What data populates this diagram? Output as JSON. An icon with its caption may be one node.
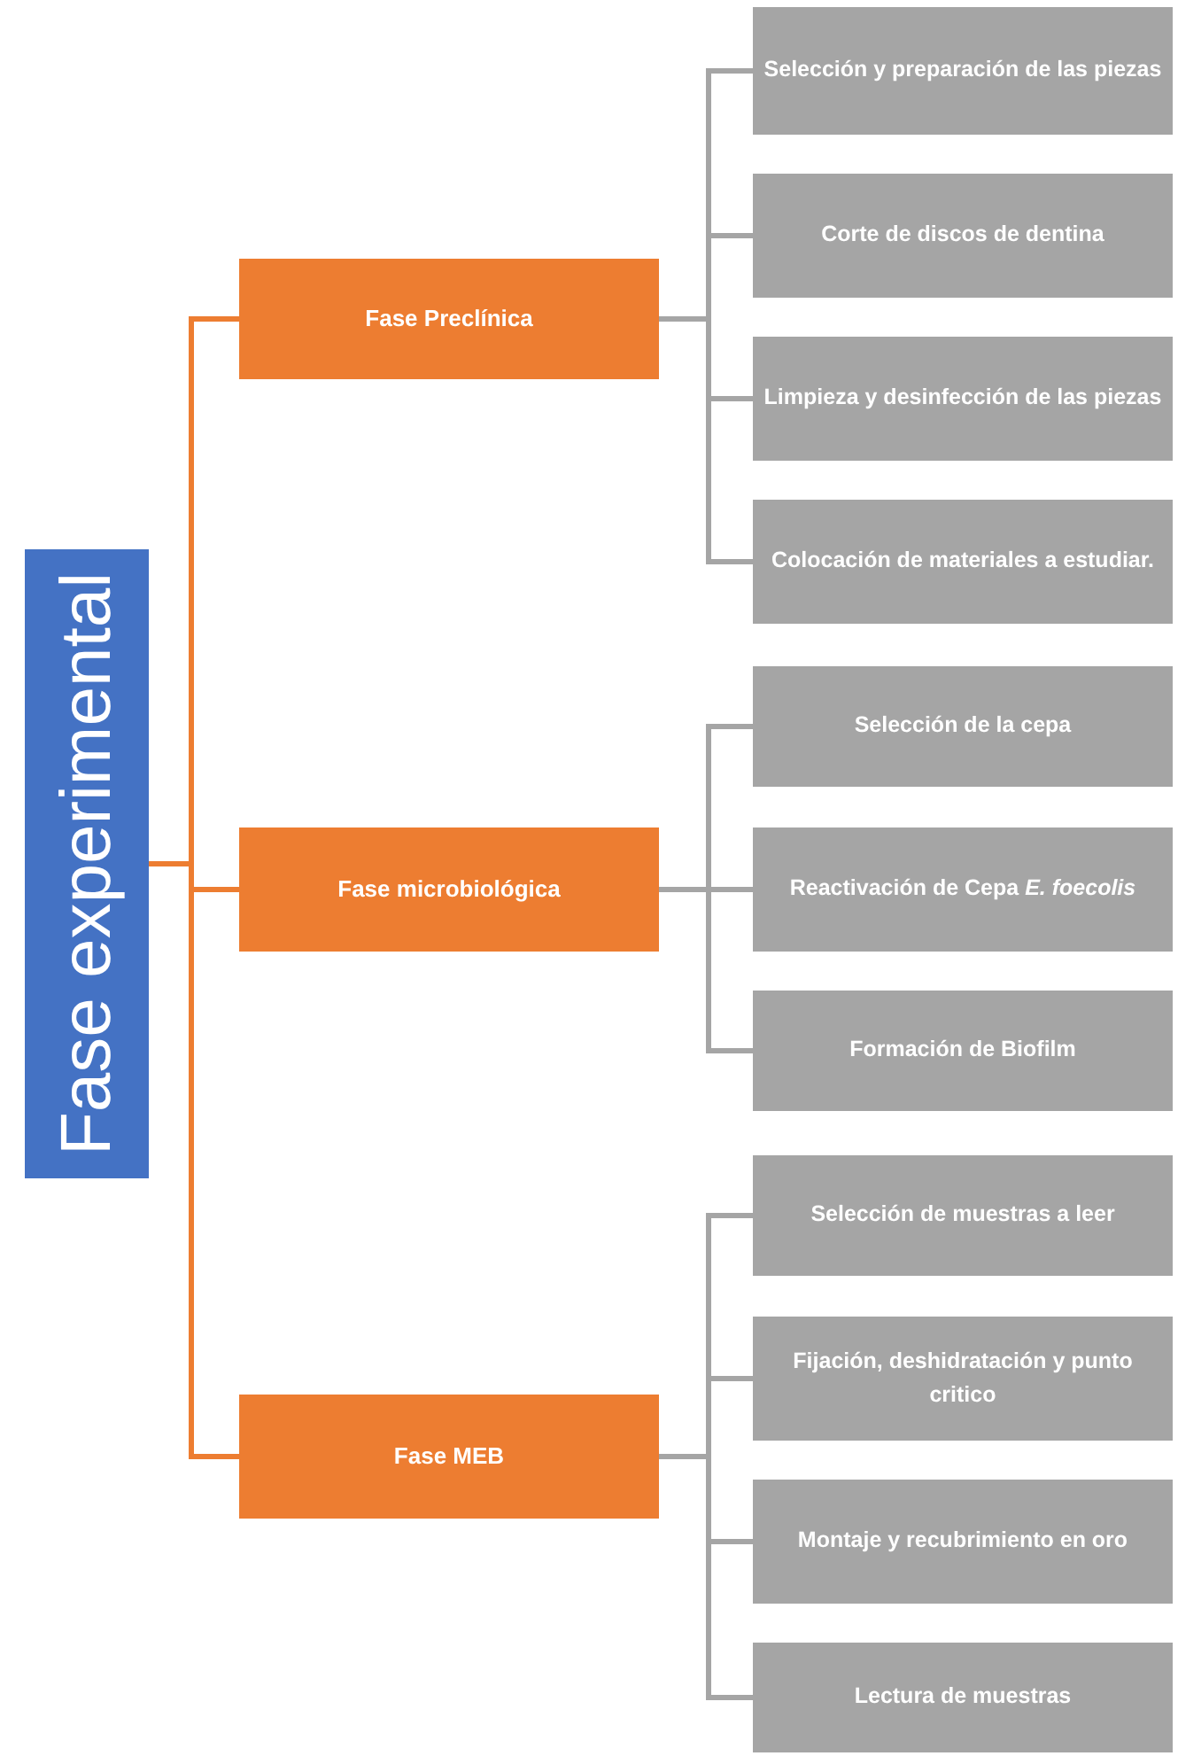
{
  "diagram": {
    "nodes": [
      {
        "text": [
          "Fase experimental"
        ]
      },
      {
        "text": [
          "Fase Preclínica"
        ]
      },
      {
        "text": [
          "Fase microbiológica"
        ]
      },
      {
        "text": [
          "Fase MEB"
        ]
      },
      {
        "text": [
          "Selección y preparación de las piezas"
        ]
      },
      {
        "text": [
          "Corte de discos de dentina"
        ]
      },
      {
        "text": [
          "Limpieza y desinfección de las piezas"
        ]
      },
      {
        "text": [
          "Colocación de materiales a estudiar."
        ]
      },
      {
        "text": [
          "Selección de la cepa"
        ]
      },
      {
        "text": [
          "Reactivación de Cepa *E. foecolis*"
        ]
      },
      {
        "text": [
          "Formación de Biofilm"
        ]
      },
      {
        "text": [
          "Selección de muestras a leer"
        ]
      },
      {
        "text": [
          "Fijación, deshidratación y punto critico"
        ]
      },
      {
        "text": [
          "Montaje y recubrimiento en oro"
        ]
      },
      {
        "text": [
          "Lectura de muestras"
        ]
      }
    ],
    "edges": [
      {
        "from": 0,
        "to": 1,
        "arrow": "none",
        "color": "#ed7d31"
      },
      {
        "from": 0,
        "to": 2,
        "arrow": "none",
        "color": "#ed7d31"
      },
      {
        "from": 0,
        "to": 3,
        "arrow": "none",
        "color": "#ed7d31"
      },
      {
        "from": 1,
        "to": 4,
        "arrow": "none"
      },
      {
        "from": 1,
        "to": 5,
        "arrow": "none"
      },
      {
        "from": 1,
        "to": 6,
        "arrow": "none"
      },
      {
        "from": 1,
        "to": 7,
        "arrow": "none"
      },
      {
        "from": 2,
        "to": 8,
        "arrow": "none"
      },
      {
        "from": 2,
        "to": 9,
        "arrow": "none"
      },
      {
        "from": 2,
        "to": 10,
        "arrow": "none"
      },
      {
        "from": 3,
        "to": 11,
        "arrow": "none"
      },
      {
        "from": 3,
        "to": 12,
        "arrow": "none"
      },
      {
        "from": 3,
        "to": 13,
        "arrow": "none"
      },
      {
        "from": 3,
        "to": 14,
        "arrow": "none"
      }
    ]
  }
}
